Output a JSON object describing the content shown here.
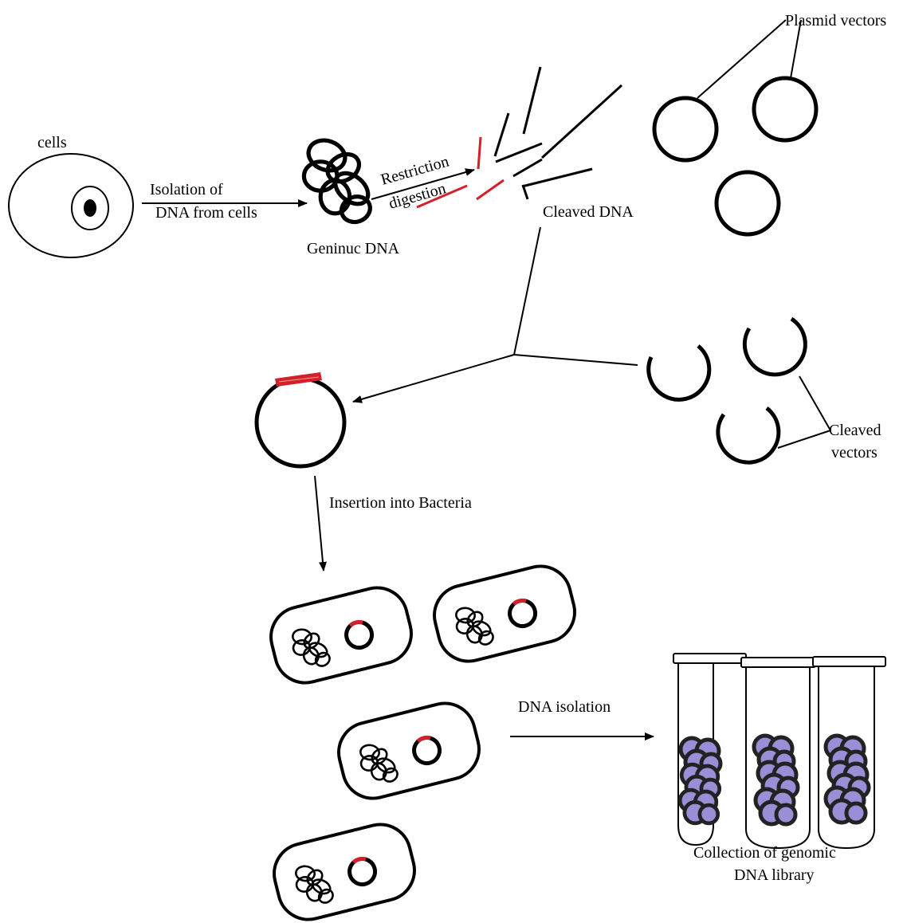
{
  "labels": {
    "cells": "cells",
    "isolation_line1": "Isolation of",
    "isolation_line2": "DNA from cells",
    "genomic_dna": "Geninuc DNA",
    "restriction": "Restriction",
    "digestion": "digestion",
    "cleaved_dna": "Cleaved DNA",
    "plasmid_vectors": "Plasmid vectors",
    "insertion": "Insertion into Bacteria",
    "cleaved_vectors_line1": "Cleaved",
    "cleaved_vectors_line2": "vectors",
    "dna_isolation": "DNA  isolation",
    "collection_line1": "Collection  of genomic",
    "collection_line2": "DNA library"
  },
  "colors": {
    "insert": "#d4202a",
    "library_fill": "#9a8fd6",
    "ink": "#000000"
  }
}
